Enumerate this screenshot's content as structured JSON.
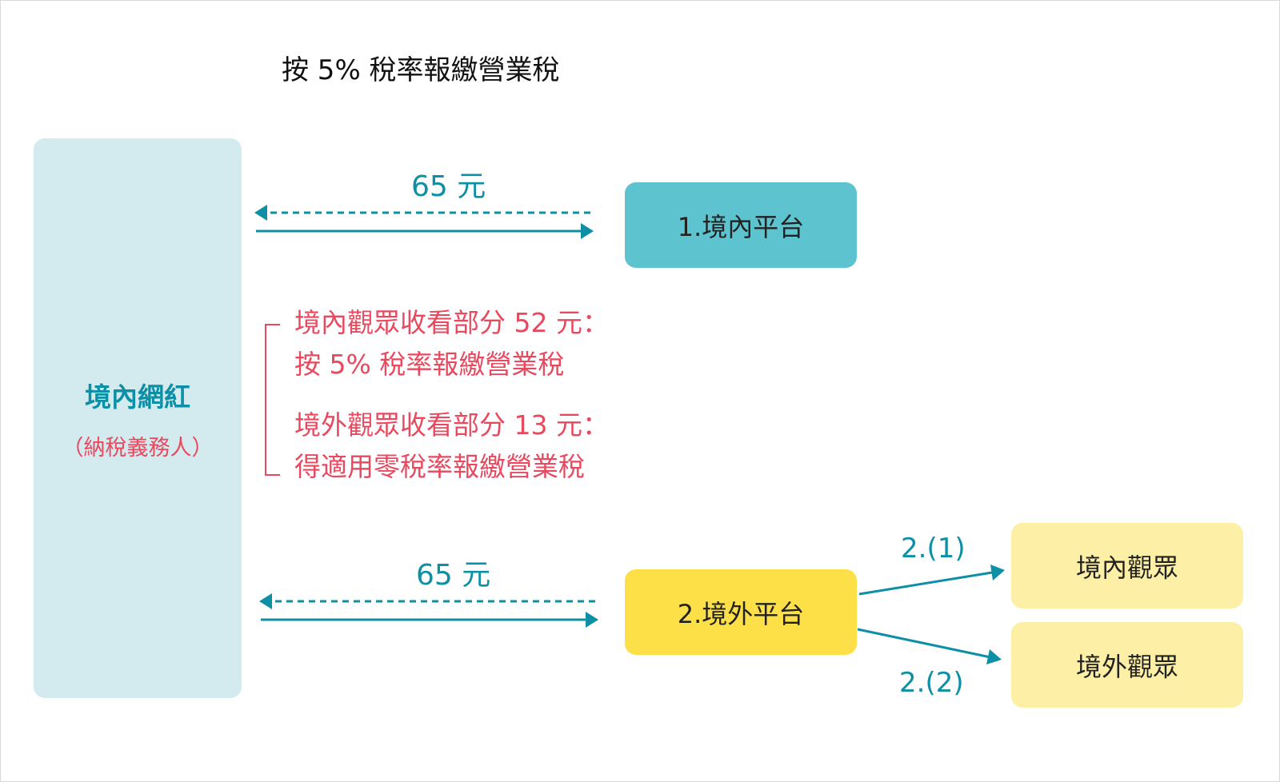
{
  "title": "按 5% 稅率報繳營業稅",
  "influencer": {
    "name": "境內網紅",
    "role": "（納稅義務人）"
  },
  "platform_domestic": {
    "label": "1.境內平台",
    "amount": "65 元"
  },
  "platform_foreign": {
    "label": "2.境外平台",
    "amount": "65 元"
  },
  "audiences": {
    "domestic": {
      "label": "境內觀眾",
      "arrow_label": "2.(1)"
    },
    "foreign": {
      "label": "境外觀眾",
      "arrow_label": "2.(2)"
    }
  },
  "notes": [
    {
      "line1": "境內觀眾收看部分 52 元：",
      "line2": "按 5% 稅率報繳營業稅"
    },
    {
      "line1": "境外觀眾收看部分 13 元：",
      "line2": "得適用零稅率報繳營業稅"
    }
  ],
  "colors": {
    "teal": "#0d8fa6",
    "red": "#e8495f",
    "left_box": "#d3eaee",
    "platform1": "#5cc3cf",
    "platform2": "#fde048",
    "audience": "#fdefa6"
  }
}
